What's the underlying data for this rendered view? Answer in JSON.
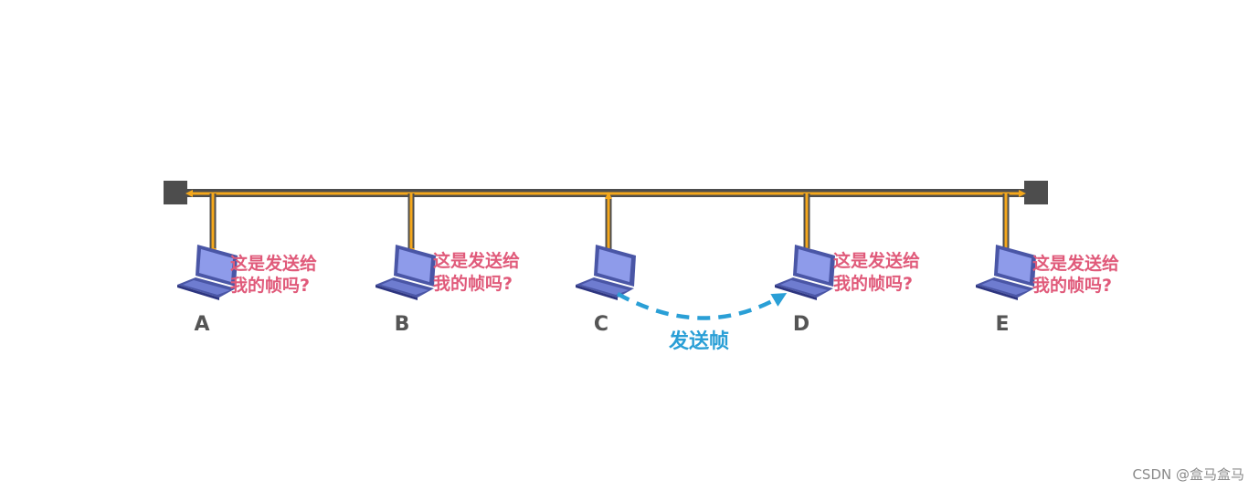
{
  "nodes": [
    {
      "id": "A",
      "label": "A",
      "question_line1": "这是发送给",
      "question_line2": "我的帧吗?"
    },
    {
      "id": "B",
      "label": "B",
      "question_line1": "这是发送给",
      "question_line2": "我的帧吗?"
    },
    {
      "id": "C",
      "label": "C"
    },
    {
      "id": "D",
      "label": "D",
      "question_line1": "这是发送给",
      "question_line2": "我的帧吗?"
    },
    {
      "id": "E",
      "label": "E",
      "question_line1": "这是发送给",
      "question_line2": "我的帧吗?"
    }
  ],
  "sender": "C",
  "receiver": "D",
  "send_label": "发送帧",
  "watermark": "CSDN @盒马盒马",
  "colors": {
    "bus": "#4d4d4d",
    "signal": "#f5a81c",
    "question_text": "#e05a7a",
    "send_arrow": "#2a9fd6",
    "node_label": "#555555",
    "laptop_body": "#4a56a6",
    "laptop_screen": "#8e9bea"
  },
  "icons": {
    "terminator": "bus-terminator-icon",
    "laptop": "laptop-icon"
  }
}
